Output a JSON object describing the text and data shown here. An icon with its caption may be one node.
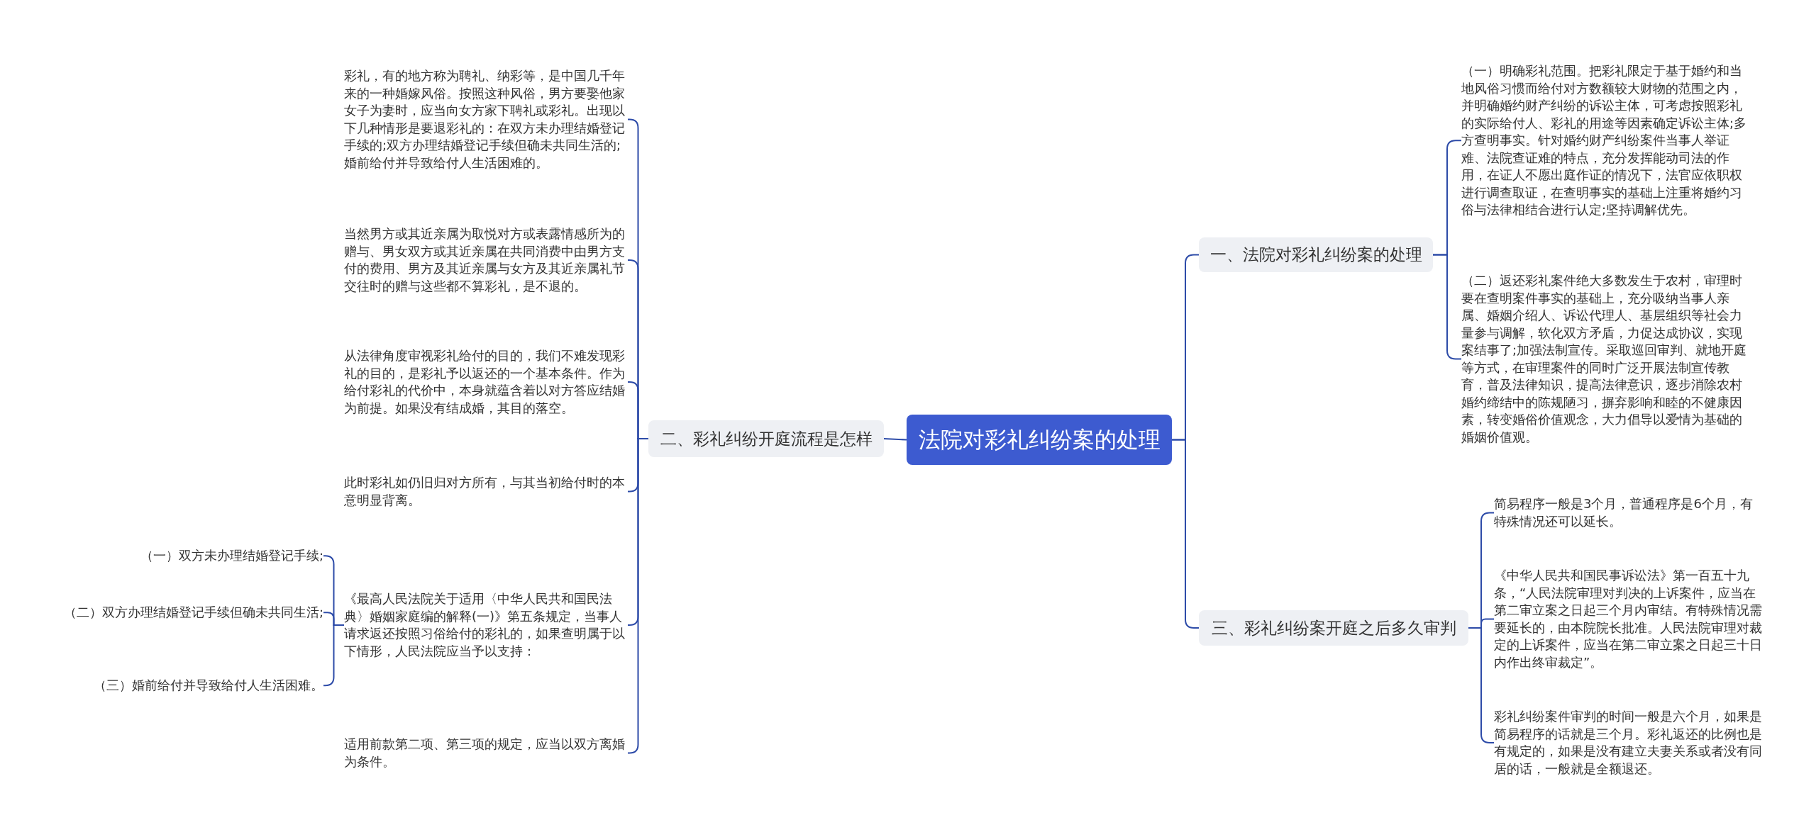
{
  "diagram": {
    "nodes": [
      {
        "text": [
          "法院对彩礼纠纷案的处理"
        ]
      },
      {
        "text": [
          "一、法院对彩礼纠纷案的处理"
        ]
      },
      {
        "text": [
          "（一）明确彩礼范围。把彩礼限定于基于婚约和当地风俗习惯而给付对方数额较大财物的范围之内，并明确婚约财产纠纷的诉讼主体，可考虑按照彩礼的实际给付人、彩礼的用途等因素确定诉讼主体;多方查明事实。针对婚约财产纠纷案件当事人举证难、法院查证难的特点，充分发挥能动司法的作用，在证人不愿出庭作证的情况下，法官应依职权进行调查取证，在查明事实的基础上注重将婚约习俗与法律相结合进行认定;坚持调解优先。"
        ]
      },
      {
        "text": [
          "（二）返还彩礼案件绝大多数发生于农村，审理时要在查明案件事实的基础上，充分吸纳当事人亲属、婚姻介绍人、诉讼代理人、基层组织等社会力量参与调解，软化双方矛盾，力促达成协议，实现案结事了;加强法制宣传。采取巡回审判、就地开庭等方式，在审理案件的同时广泛开展法制宣传教育，普及法律知识，提高法律意识，逐步消除农村婚约缔结中的陈规陋习，摒弃影响和睦的不健康因素，转变婚俗价值观念，大力倡导以爱情为基础的婚姻价值观。"
        ]
      },
      {
        "text": [
          "二、彩礼纠纷开庭流程是怎样"
        ]
      },
      {
        "text": [
          "彩礼，有的地方称为聘礼、纳彩等，是中国几千年来的一种婚嫁风俗。按照这种风俗，男方要娶他家女子为妻时，应当向女方家下聘礼或彩礼。出现以下几种情形是要退彩礼的：在双方未办理结婚登记手续的;双方办理结婚登记手续但确未共同生活的;婚前给付并导致给付人生活困难的。"
        ]
      },
      {
        "text": [
          "当然男方或其近亲属为取悦对方或表露情感所为的赠与、男女双方或其近亲属在共同消费中由男方支付的费用、男方及其近亲属与女方及其近亲属礼节交往时的赠与这些都不算彩礼，是不退的。"
        ]
      },
      {
        "text": [
          "从法律角度审视彩礼给付的目的，我们不难发现彩礼的目的，是彩礼予以返还的一个基本条件。作为给付彩礼的代价中，本身就蕴含着以对方答应结婚为前提。如果没有结成婚，其目的落空。"
        ]
      },
      {
        "text": [
          "此时彩礼如仍旧归对方所有，与其当初给付时的本意明显背离。"
        ]
      },
      {
        "text": [
          "《最高人民法院关于适用〈中华人民共和国民法典〉婚姻家庭编的解释(一)》第五条规定，当事人请求返还按照习俗给付的彩礼的，如果查明属于以下情形，人民法院应当予以支持："
        ]
      },
      {
        "text": [
          "适用前款第二项、第三项的规定，应当以双方离婚为条件。"
        ]
      },
      {
        "text": [
          "（一）双方未办理结婚登记手续;"
        ]
      },
      {
        "text": [
          "（二）双方办理结婚登记手续但确未共同生活;"
        ]
      },
      {
        "text": [
          "（三）婚前给付并导致给付人生活困难。"
        ]
      },
      {
        "text": [
          "三、彩礼纠纷案开庭之后多久审判"
        ]
      },
      {
        "text": [
          "简易程序一般是3个月，普通程序是6个月，有特殊情况还可以延长。"
        ]
      },
      {
        "text": [
          "《中华人民共和国民事诉讼法》第一百五十九条，“人民法院审理对判决的上诉案件，应当在第二审立案之日起三个月内审结。有特殊情况需要延长的，由本院院长批准。人民法院审理对裁定的上诉案件，应当在第二审立案之日起三十日内作出终审裁定”。"
        ]
      },
      {
        "text": [
          "彩礼纠纷案件审判的时间一般是六个月，如果是简易程序的话就是三个月。彩礼返还的比例也是有规定的，如果是没有建立夫妻关系或者没有同居的话，一般就是全额退还。"
        ]
      }
    ],
    "edges": [
      {
        "from": 0,
        "to": 1,
        "arrow": "none"
      },
      {
        "from": 1,
        "to": 2,
        "arrow": "none"
      },
      {
        "from": 1,
        "to": 3,
        "arrow": "none"
      },
      {
        "from": 0,
        "to": 4,
        "arrow": "none"
      },
      {
        "from": 4,
        "to": 5,
        "arrow": "none"
      },
      {
        "from": 4,
        "to": 6,
        "arrow": "none"
      },
      {
        "from": 4,
        "to": 7,
        "arrow": "none"
      },
      {
        "from": 4,
        "to": 8,
        "arrow": "none"
      },
      {
        "from": 4,
        "to": 9,
        "arrow": "none"
      },
      {
        "from": 4,
        "to": 10,
        "arrow": "none"
      },
      {
        "from": 9,
        "to": 11,
        "arrow": "none"
      },
      {
        "from": 9,
        "to": 12,
        "arrow": "none"
      },
      {
        "from": 9,
        "to": 13,
        "arrow": "none"
      },
      {
        "from": 0,
        "to": 14,
        "arrow": "none"
      },
      {
        "from": 14,
        "to": 15,
        "arrow": "none"
      },
      {
        "from": 14,
        "to": 16,
        "arrow": "none"
      },
      {
        "from": 14,
        "to": 17,
        "arrow": "none"
      }
    ]
  }
}
